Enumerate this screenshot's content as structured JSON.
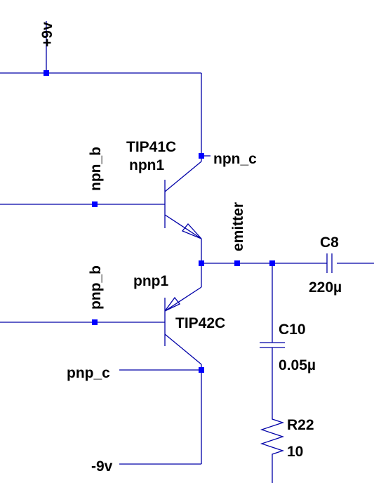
{
  "nets": {
    "vpos": "+9v",
    "vneg": "-9v",
    "npn_base": "npn_b",
    "npn_collector": "npn_c",
    "pnp_base": "pnp_b",
    "pnp_collector": "pnp_c",
    "emitter": "emitter"
  },
  "components": {
    "q_npn": {
      "model": "TIP41C",
      "name": "npn1"
    },
    "q_pnp": {
      "model": "TIP42C",
      "name": "pnp1"
    },
    "c8": {
      "name": "C8",
      "value": "220µ"
    },
    "c10": {
      "name": "C10",
      "value": "0.05µ"
    },
    "r22": {
      "name": "R22",
      "value": "10"
    }
  },
  "colors": {
    "wire": "#0000a8",
    "junction": "#0000ff",
    "text": "#000000",
    "background": "#ffffff"
  }
}
